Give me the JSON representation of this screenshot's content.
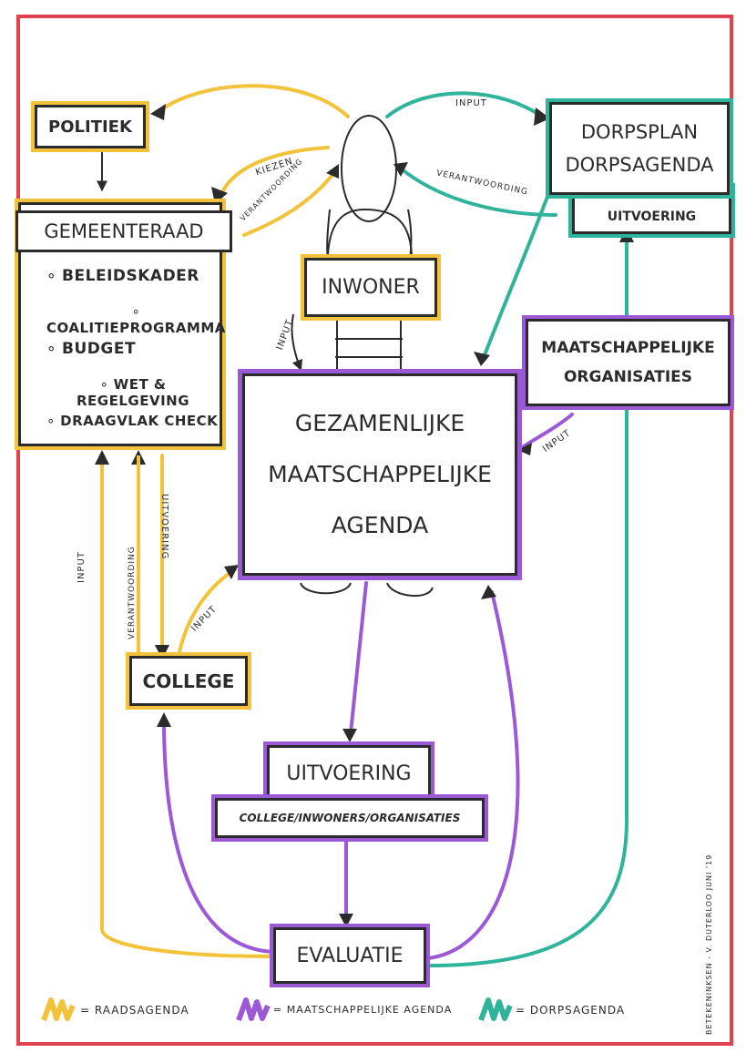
{
  "colors": {
    "frame": "#e0424f",
    "raadsagenda": "#f2c23a",
    "maatschappelijke_agenda": "#9b59d6",
    "dorpsagenda": "#2fb39a",
    "ink": "#2b2b2b"
  },
  "boxes": {
    "politiek": "POLITIEK",
    "gemeenteraad": "GEMEENTERAAD",
    "dorpsplan": "DORPSPLAN",
    "dorpsagenda": "DORPSAGENDA",
    "dorp_uitvoering": "UITVOERING",
    "inwoner": "INWONER",
    "maatschappelijke_organisaties_1": "MAATSCHAPPELIJKE",
    "maatschappelijke_organisaties_2": "ORGANISATIES",
    "agenda_line1": "GEZAMENLIJKE",
    "agenda_line2": "MAATSCHAPPELIJKE",
    "agenda_line3": "AGENDA",
    "college": "COLLEGE",
    "uitvoering": "UITVOERING",
    "uitvoering_sub": "COLLEGE/INWONERS/ORGANISATIES",
    "evaluatie": "EVALUATIE"
  },
  "gemeenteraad_items": [
    "BELEIDSKADER",
    "COALITIEPROGRAMMA",
    "BUDGET",
    "WET & REGELGEVING",
    "DRAAGVLAK CHECK"
  ],
  "arrow_labels": {
    "kiezen": "KIEZEN",
    "verantwoording_inwoner": "VERANTWOORDING",
    "input_dorpsplan": "INPUT",
    "verantwoording_dorpsplan": "VERANTWOORDING",
    "input_inwoner": "INPUT",
    "input_organisaties": "INPUT",
    "input_left": "INPUT",
    "verantwoording_college": "VERANTWOORDING",
    "uitvoering_college": "UITVOERING",
    "input_college": "INPUT"
  },
  "legend": [
    {
      "label": "= RAADSAGENDA",
      "color_key": "raadsagenda"
    },
    {
      "label": "= MAATSCHAPPELIJKE AGENDA",
      "color_key": "maatschappelijke_agenda"
    },
    {
      "label": "= DORPSAGENDA",
      "color_key": "dorpsagenda"
    }
  ],
  "credit": "BETEKENINKSEN - V. DUTERLOO  JUNI '19"
}
